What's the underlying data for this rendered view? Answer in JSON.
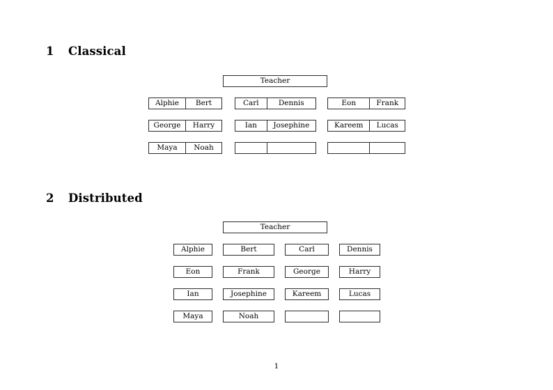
{
  "document": {
    "page_number": "1"
  },
  "sections": [
    {
      "number": "1",
      "title": "Classical",
      "root_label": "Teacher",
      "rows": [
        {
          "groups": [
            {
              "cells": [
                "Alphie",
                "Bert"
              ]
            },
            {
              "cells": [
                "Carl",
                "Dennis"
              ]
            },
            {
              "cells": [
                "Eon",
                "Frank"
              ]
            }
          ]
        },
        {
          "groups": [
            {
              "cells": [
                "George",
                "Harry"
              ]
            },
            {
              "cells": [
                "Ian",
                "Josephine"
              ]
            },
            {
              "cells": [
                "Kareem",
                "Lucas"
              ]
            }
          ]
        },
        {
          "groups": [
            {
              "cells": [
                "Maya",
                "Noah"
              ]
            },
            {
              "cells": [
                "",
                ""
              ]
            },
            {
              "cells": [
                "",
                ""
              ]
            }
          ]
        }
      ]
    },
    {
      "number": "2",
      "title": "Distributed",
      "root_label": "Teacher",
      "rows": [
        {
          "boxes": [
            "Alphie",
            "Bert",
            "Carl",
            "Dennis"
          ]
        },
        {
          "boxes": [
            "Eon",
            "Frank",
            "George",
            "Harry"
          ]
        },
        {
          "boxes": [
            "Ian",
            "Josephine",
            "Kareem",
            "Lucas"
          ]
        },
        {
          "boxes": [
            "Maya",
            "Noah",
            "",
            ""
          ]
        }
      ]
    }
  ],
  "colors": {
    "page_background": "#ffffff",
    "text": "#000000",
    "box_border": "#2b2b2b"
  }
}
